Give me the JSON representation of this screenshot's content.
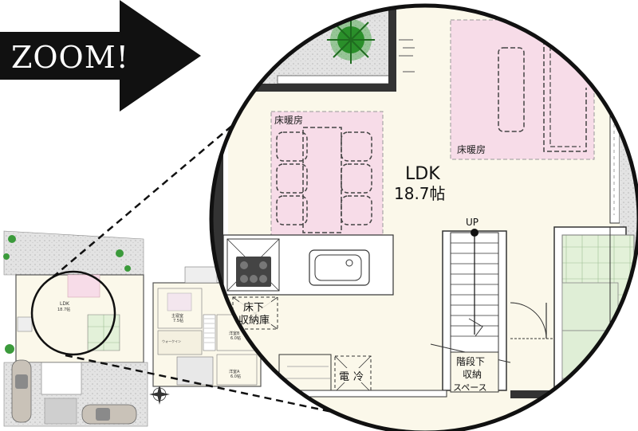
{
  "banner": {
    "text": "ZOOM!"
  },
  "zoom": {
    "room_name": "LDK",
    "room_size": "18.7帖",
    "floor_heating_1": "床暖房",
    "floor_heating_2": "床暖房",
    "stair_up": "UP",
    "underfloor_storage": [
      "床下",
      "収納庫"
    ],
    "under_stair_storage": [
      "階段下",
      "収納",
      "スペース"
    ],
    "fridge": "冷",
    "fridge_prefix": "電"
  },
  "plan": {
    "ldk_name": "LDK",
    "ldk_size": "18.7帖",
    "bedroom_main": [
      "主寝室",
      "7.5帖"
    ],
    "bedroom_b": [
      "洋室B",
      "6.0帖"
    ],
    "bedroom_a": [
      "洋室A",
      "6.0帖"
    ],
    "closet": "ウォークイン\nクローゼット"
  },
  "colors": {
    "floor_cream": "#fbf8ea",
    "pink": "#f7dce8",
    "green": "#dff0d8",
    "garden_gray": "#d9d9d9",
    "tree": "#2a8f2a"
  }
}
